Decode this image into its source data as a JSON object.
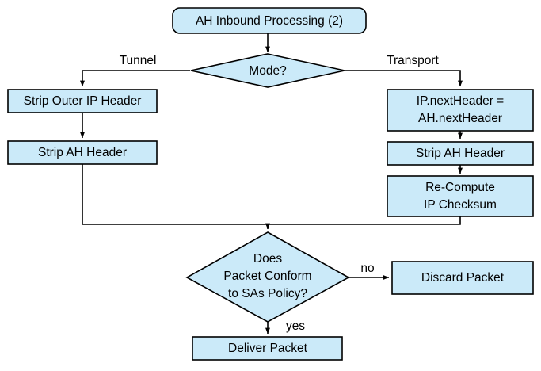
{
  "diagram": {
    "title": "AH Inbound Processing (2)",
    "theme": {
      "node_fill": "#cbeaf9",
      "node_stroke": "#000000",
      "text_color": "#000000",
      "background": "#ffffff"
    },
    "nodes": {
      "start": {
        "label": "AH Inbound Processing (2)",
        "shape": "rounded-rectangle"
      },
      "mode_decision": {
        "label": "Mode?",
        "shape": "diamond"
      },
      "strip_outer_ip_header": {
        "label": "Strip Outer IP Header",
        "shape": "rectangle"
      },
      "strip_ah_header_tunnel": {
        "label": "Strip AH Header",
        "shape": "rectangle"
      },
      "set_next_header_line1": {
        "label": "IP.nextHeader =",
        "shape": "rectangle"
      },
      "set_next_header_line2": {
        "label": "AH.nextHeader",
        "shape": "rectangle"
      },
      "strip_ah_header_transport": {
        "label": "Strip AH Header",
        "shape": "rectangle"
      },
      "recompute_checksum_line1": {
        "label": "Re-Compute",
        "shape": "rectangle"
      },
      "recompute_checksum_line2": {
        "label": "IP Checksum",
        "shape": "rectangle"
      },
      "policy_decision_line1": {
        "label": "Does",
        "shape": "diamond"
      },
      "policy_decision_line2": {
        "label": "Packet Conform",
        "shape": "diamond"
      },
      "policy_decision_line3": {
        "label": "to SAs Policy?",
        "shape": "diamond"
      },
      "discard_packet": {
        "label": "Discard Packet",
        "shape": "rectangle"
      },
      "deliver_packet": {
        "label": "Deliver Packet",
        "shape": "rectangle"
      }
    },
    "edge_labels": {
      "tunnel": "Tunnel",
      "transport": "Transport",
      "no": "no",
      "yes": "yes"
    }
  }
}
